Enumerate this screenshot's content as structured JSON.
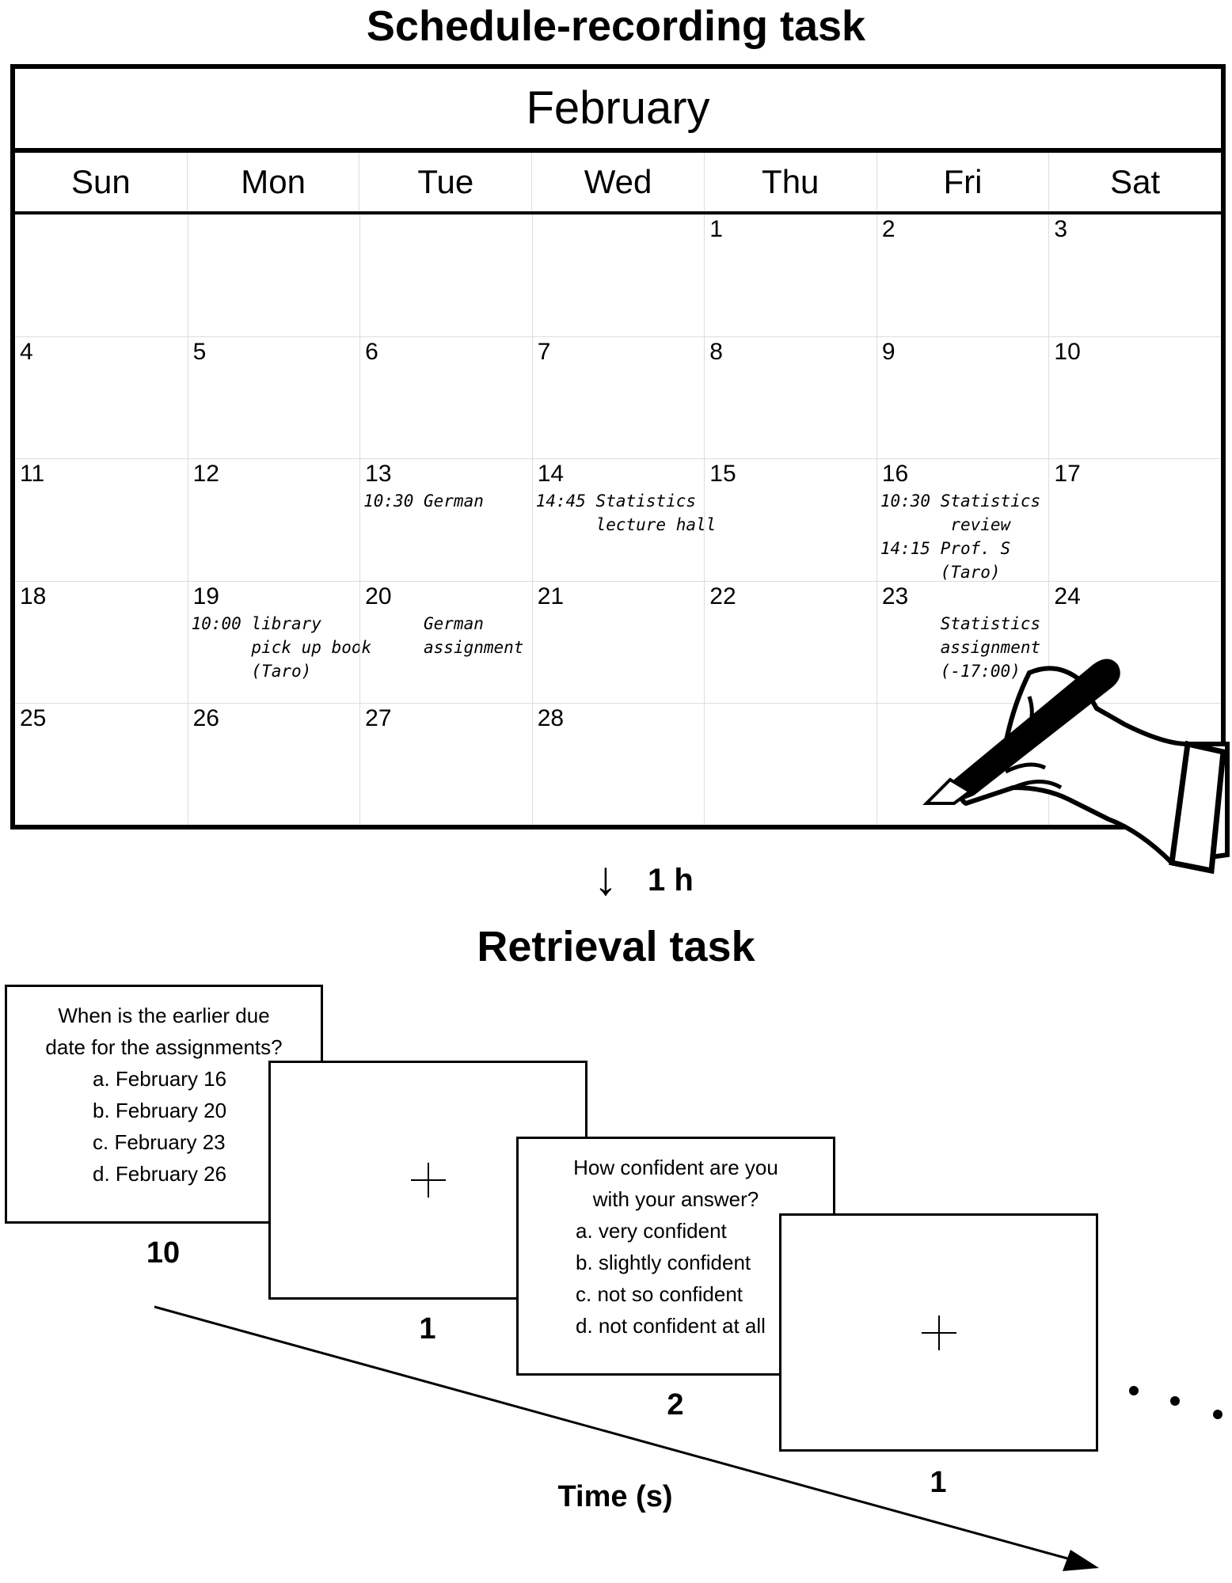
{
  "top_title": "Schedule-recording task",
  "calendar": {
    "month": "February",
    "weekdays": [
      "Sun",
      "Mon",
      "Tue",
      "Wed",
      "Thu",
      "Fri",
      "Sat"
    ],
    "cells": [
      {
        "n": "",
        "e": ""
      },
      {
        "n": "",
        "e": ""
      },
      {
        "n": "",
        "e": ""
      },
      {
        "n": "",
        "e": ""
      },
      {
        "n": "1",
        "e": ""
      },
      {
        "n": "2",
        "e": ""
      },
      {
        "n": "3",
        "e": ""
      },
      {
        "n": "4",
        "e": ""
      },
      {
        "n": "5",
        "e": ""
      },
      {
        "n": "6",
        "e": ""
      },
      {
        "n": "7",
        "e": ""
      },
      {
        "n": "8",
        "e": ""
      },
      {
        "n": "9",
        "e": ""
      },
      {
        "n": "10",
        "e": ""
      },
      {
        "n": "11",
        "e": ""
      },
      {
        "n": "12",
        "e": ""
      },
      {
        "n": "13",
        "e": "10:30 German"
      },
      {
        "n": "14",
        "e": "14:45 Statistics\n      lecture hall"
      },
      {
        "n": "15",
        "e": ""
      },
      {
        "n": "16",
        "e": "10:30 Statistics\n       review\n14:15 Prof. S\n      (Taro)"
      },
      {
        "n": "17",
        "e": ""
      },
      {
        "n": "18",
        "e": ""
      },
      {
        "n": "19",
        "e": "10:00 library\n      pick up book\n      (Taro)"
      },
      {
        "n": "20",
        "e": "      German\n      assignment"
      },
      {
        "n": "21",
        "e": ""
      },
      {
        "n": "22",
        "e": ""
      },
      {
        "n": "23",
        "e": "      Statistics\n      assignment\n      (-17:00)"
      },
      {
        "n": "24",
        "e": ""
      },
      {
        "n": "25",
        "e": ""
      },
      {
        "n": "26",
        "e": ""
      },
      {
        "n": "27",
        "e": ""
      },
      {
        "n": "28",
        "e": ""
      },
      {
        "n": "",
        "e": ""
      },
      {
        "n": "",
        "e": ""
      },
      {
        "n": "",
        "e": ""
      }
    ]
  },
  "interval": "1 h",
  "bottom_title": "Retrieval task",
  "question1": {
    "text": [
      "When is the earlier due",
      "date for the assignments?"
    ],
    "options": [
      "a. February 16",
      "b. February 20",
      "c. February 23",
      "d. February 26"
    ]
  },
  "question2": {
    "text": [
      "How confident are you",
      "with your answer?"
    ],
    "options": [
      "a. very confident",
      "b. slightly confident",
      "c. not so confident",
      "d. not confident at all"
    ]
  },
  "durations": [
    "10",
    "1",
    "2",
    "1"
  ],
  "time_label": "Time (s)"
}
